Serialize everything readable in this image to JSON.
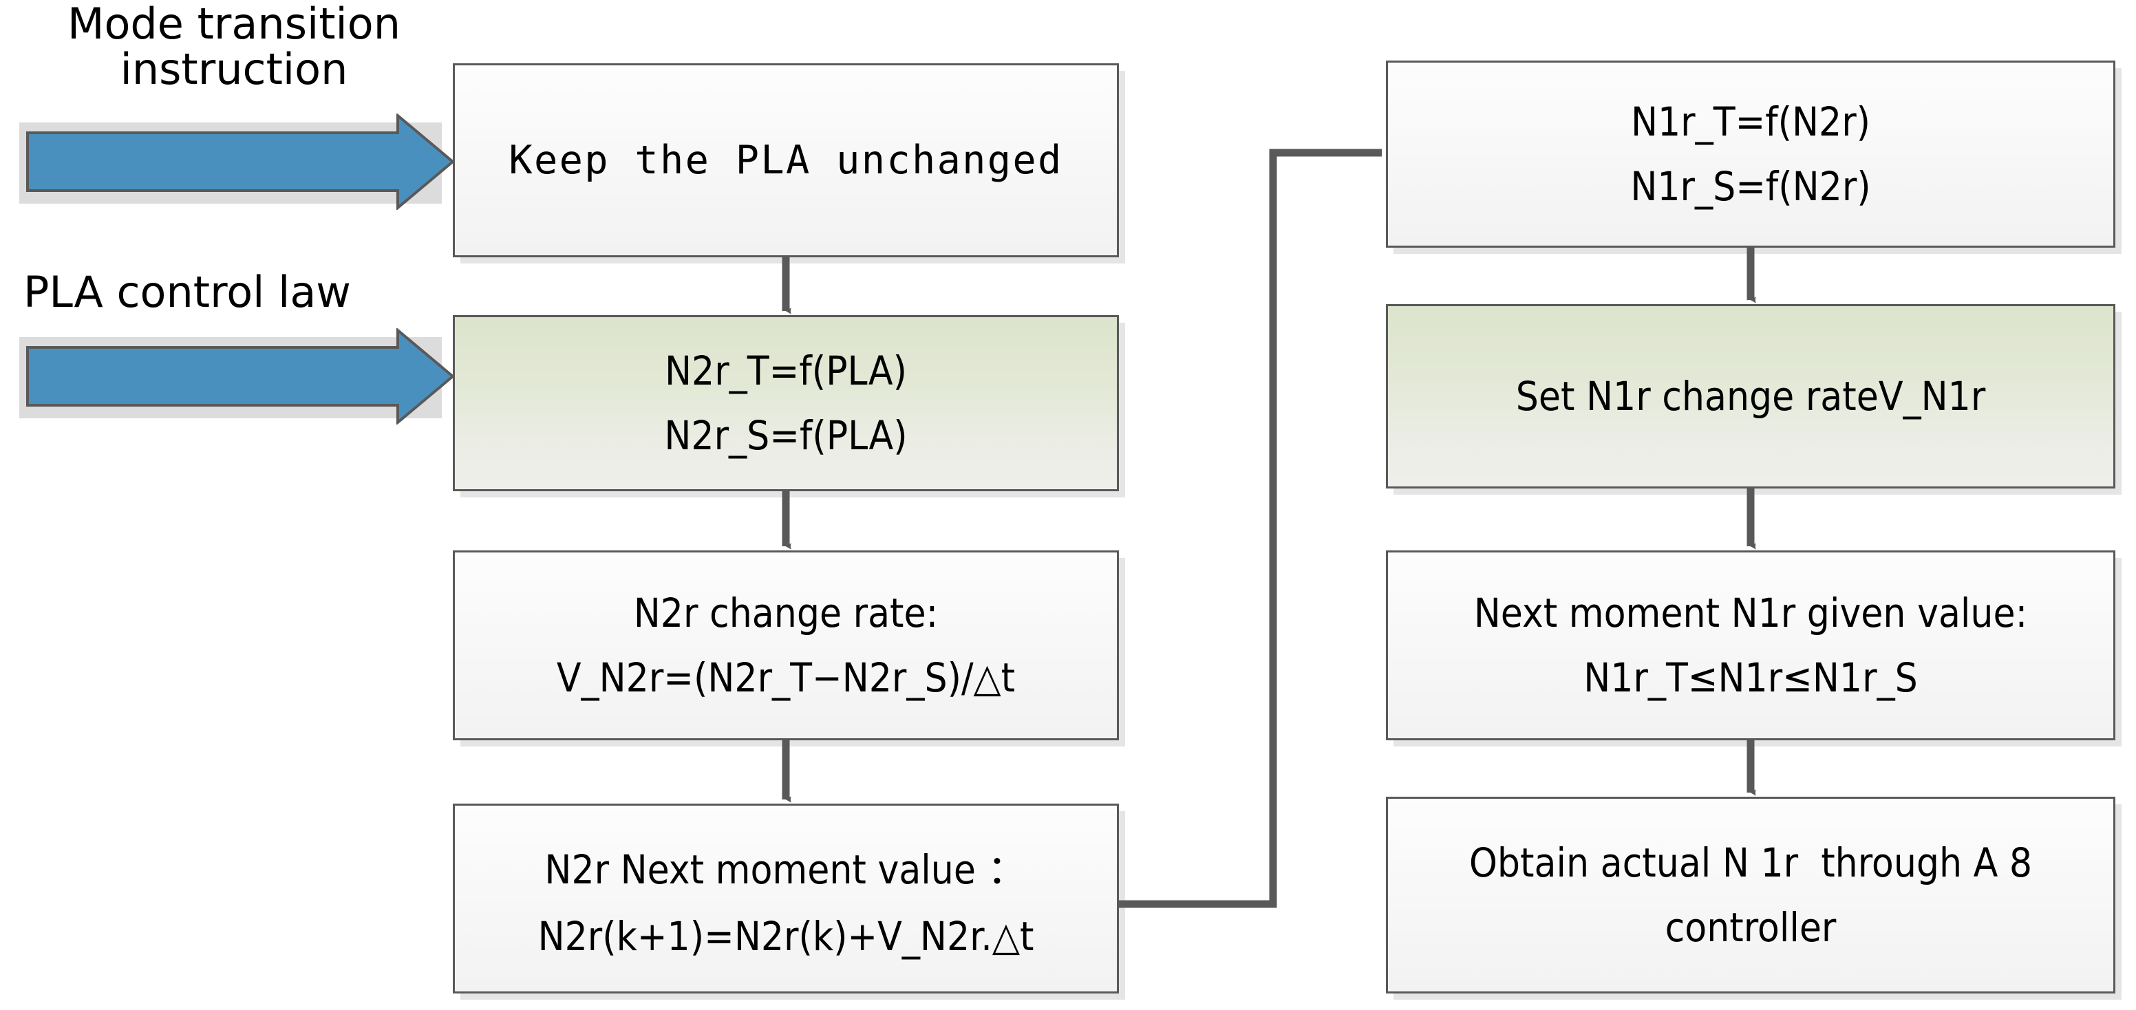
{
  "diagram": {
    "title": "Mode transition / PLA control law flowchart",
    "colors": {
      "arrow_blue": "#4a90bf",
      "arrow_band_gray": "#dcdcdc",
      "box_border": "#595959",
      "box_fill_top": "#fdfdfd",
      "box_fill_bottom": "#f2f2f2",
      "green_fill_top": "#dde4cd",
      "green_fill_bottom": "#eeeeeb",
      "connector": "#595959",
      "text": "#000000"
    },
    "inputs": [
      {
        "id": "mode-transition",
        "label": "Mode transition\ninstruction"
      },
      {
        "id": "pla-control-law",
        "label": "PLA control law"
      }
    ],
    "left_column": [
      {
        "id": "keep-pla-unchanged",
        "style": "plain",
        "font": "mono",
        "lines": [
          "Keep the PLA unchanged"
        ]
      },
      {
        "id": "n2r-targets",
        "style": "green",
        "font": "condensed",
        "lines": [
          "N2r_T=f(PLA)",
          "N2r_S=f(PLA)"
        ]
      },
      {
        "id": "n2r-change-rate",
        "style": "plain",
        "font": "condensed",
        "lines": [
          "N2r change rate:",
          "V_N2r=(N2r_T−N2r_S)/△t"
        ]
      },
      {
        "id": "n2r-next-moment-value",
        "style": "plain",
        "font": "condensed",
        "lines": [
          "N2r Next moment value ：",
          "N2r(k+1)=N2r(k)+V_N2r.△t"
        ]
      }
    ],
    "right_column": [
      {
        "id": "n1r-targets",
        "style": "plain",
        "font": "condensed",
        "lines": [
          "N1r_T=f(N2r)",
          "N1r_S=f(N2r)"
        ]
      },
      {
        "id": "set-n1r-change-rate",
        "style": "green",
        "font": "condensed",
        "lines": [
          "Set N1r change rateV_N1r"
        ]
      },
      {
        "id": "n1r-next-moment-given-value",
        "style": "plain",
        "font": "condensed",
        "lines": [
          "Next moment N1r given value:",
          "N1r_T≤N1r≤N1r_S"
        ]
      },
      {
        "id": "obtain-actual-n1r",
        "style": "plain",
        "font": "condensed",
        "lines": [
          "Obtain actual N 1r  through A 8",
          "controller"
        ]
      }
    ],
    "connectors": [
      {
        "id": "keep-to-n2r-targets",
        "kind": "vertical-arrow"
      },
      {
        "id": "n2r-targets-to-change-rate",
        "kind": "vertical-arrow"
      },
      {
        "id": "change-rate-to-next-value",
        "kind": "vertical-arrow"
      },
      {
        "id": "n2r-next-value-to-n1r-targets",
        "kind": "elbow-arrow"
      },
      {
        "id": "n1r-targets-to-set-rate",
        "kind": "vertical-arrow"
      },
      {
        "id": "set-rate-to-given-value",
        "kind": "vertical-arrow"
      },
      {
        "id": "given-value-to-obtain-actual",
        "kind": "vertical-arrow"
      }
    ]
  }
}
